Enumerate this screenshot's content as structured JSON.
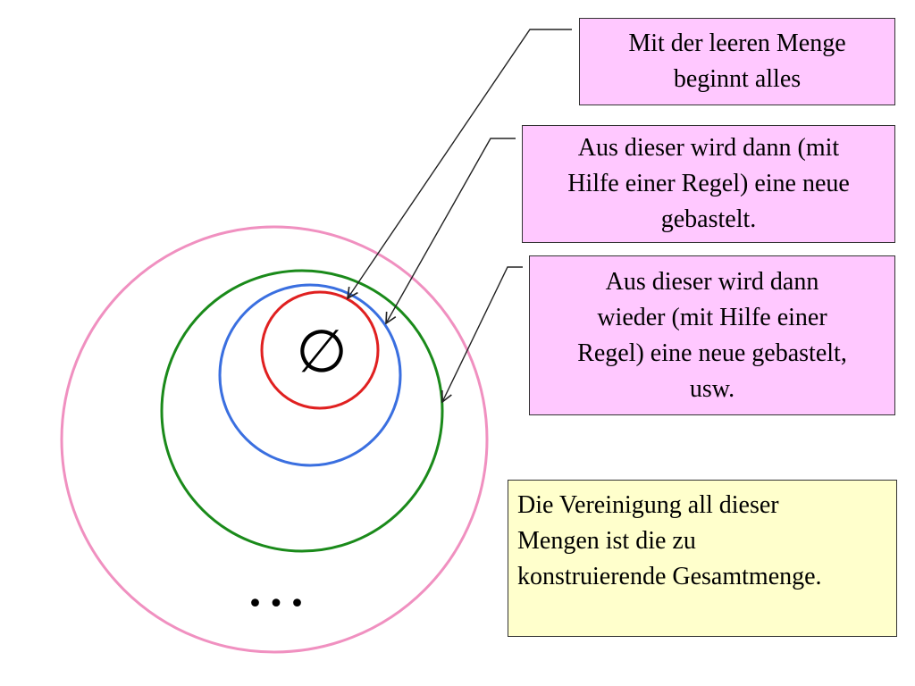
{
  "slide": {
    "colors": {
      "annotation_fill": "#ffc8ff",
      "summary_fill": "#ffffcc",
      "inner_circle": "#e02020",
      "second_circle": "#3a6fe0",
      "third_circle": "#1a8a1a",
      "outer_circle": "#f090c0",
      "arrow": "#222222"
    },
    "empty_set_symbol": "∅",
    "ellipsis": "...",
    "annotations": [
      {
        "text": "Mit der leeren Menge\nbeginnt alles"
      },
      {
        "text": "Aus dieser wird dann (mit\nHilfe einer Regel)  eine neue\ngebastelt."
      },
      {
        "text": "Aus dieser wird dann\nwieder (mit Hilfe einer\nRegel) eine neue gebastelt,\nusw."
      }
    ],
    "summary": {
      "text": "Die Vereinigung all dieser\nMengen ist die zu\nkonstruierende Gesamtmenge."
    }
  }
}
